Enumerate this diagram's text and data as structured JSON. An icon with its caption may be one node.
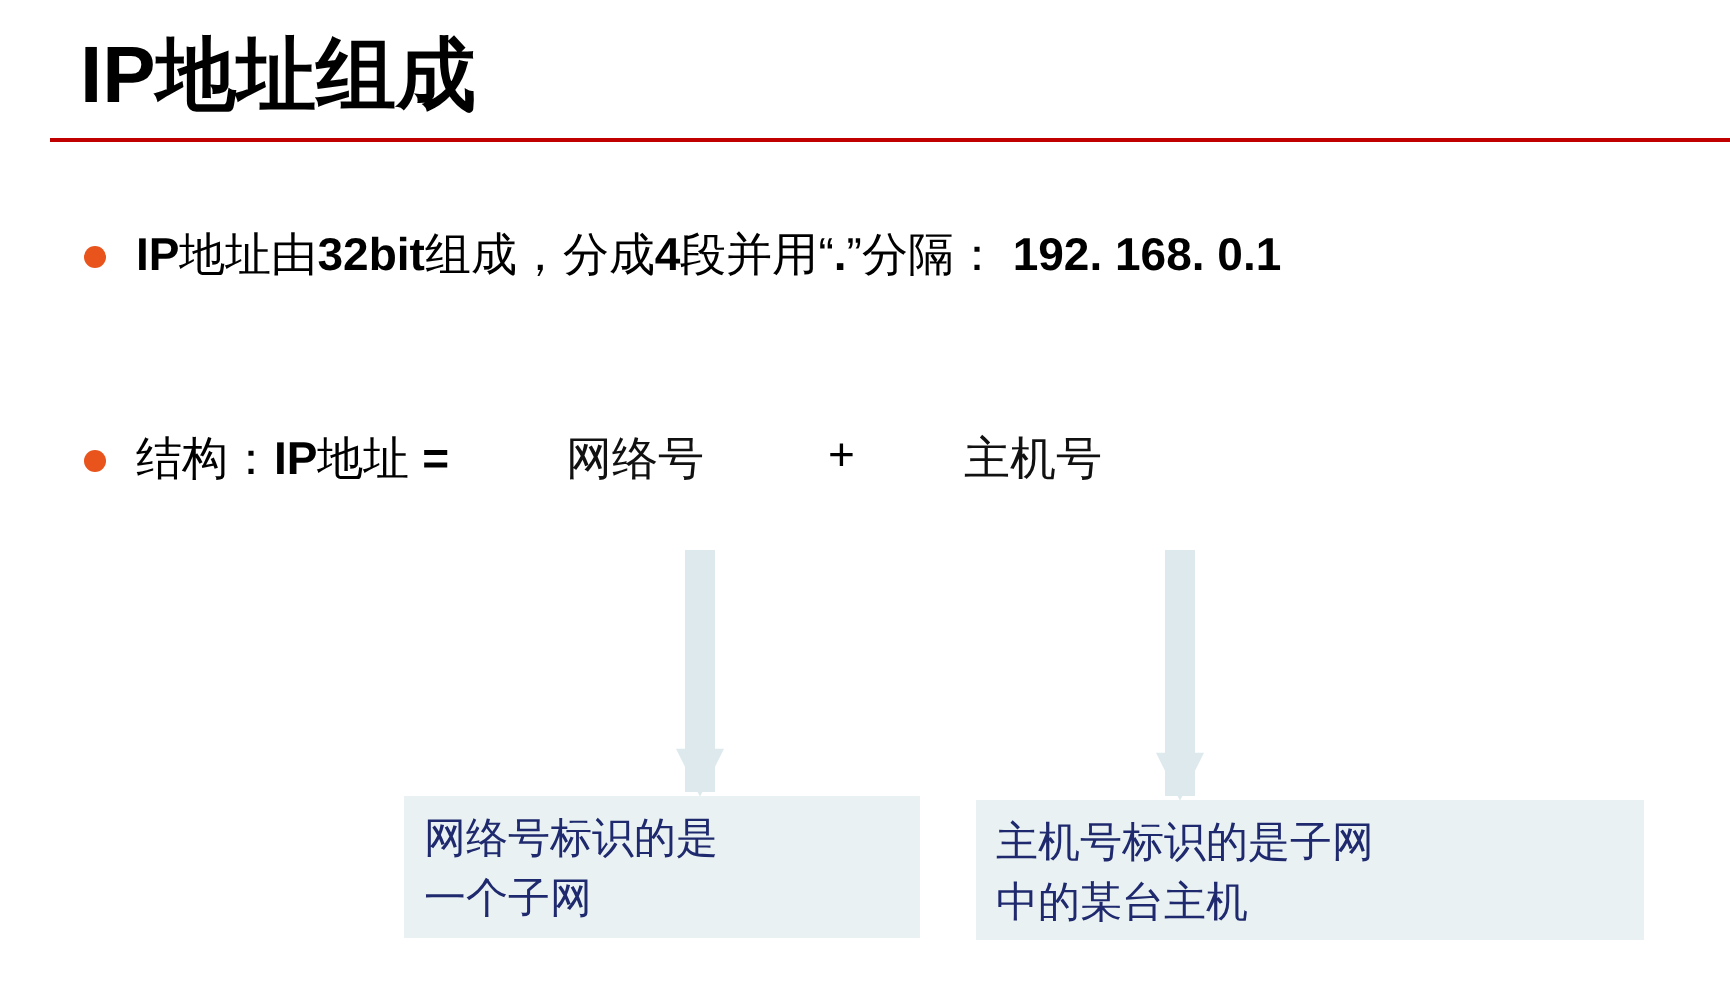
{
  "diagram": {
    "title": "IP地址组成",
    "nodes": [
      {
        "text": [
          "网络号"
        ]
      },
      {
        "text": [
          "主机号"
        ]
      },
      {
        "text": [
          "网络号标识的是一个子网"
        ]
      },
      {
        "text": [
          "主机号标识的是子网中的某台主机"
        ]
      }
    ],
    "edges": [
      {
        "from": 0,
        "to": 2,
        "arrow": "to"
      },
      {
        "from": 1,
        "to": 3,
        "arrow": "to"
      }
    ],
    "labels": [
      "**IP**地址由**32bit**组成，分成**4**段并用“**.**”分隔： **192. 168. 0.1**",
      "结构：**IP**地址 **=**",
      "+"
    ]
  }
}
